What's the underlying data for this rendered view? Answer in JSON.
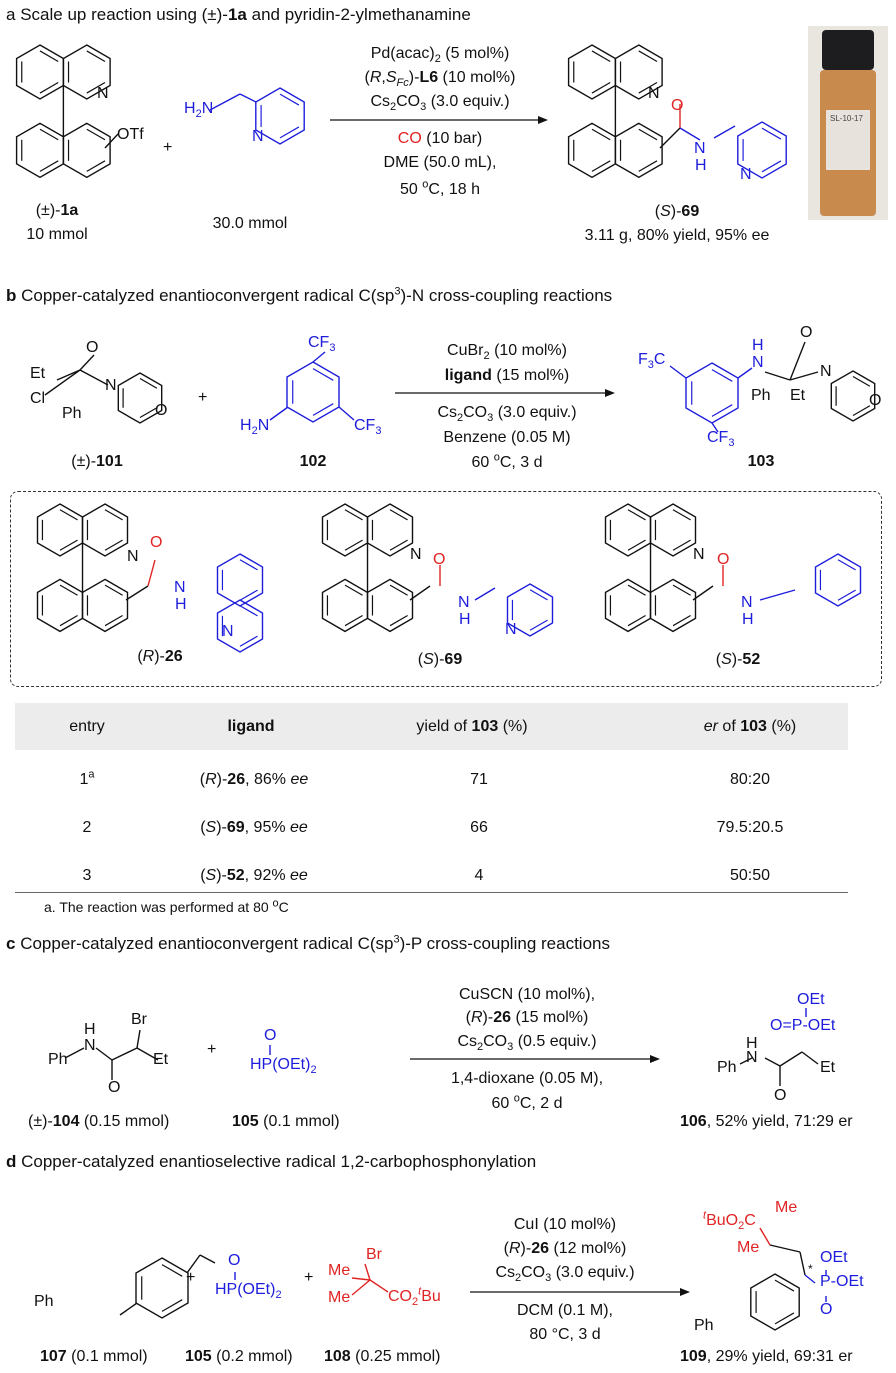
{
  "colors": {
    "reagent_blue": "#1d1ddb",
    "highlight_red": "#e02424",
    "table_header": "#ececec"
  },
  "atoms": {
    "N": "N",
    "O": "O",
    "H": "H",
    "OTf": "OTf",
    "H2N": "H",
    "Et": "Et",
    "Cl": "Cl",
    "Ph": "Ph",
    "CF3": "CF",
    "Br": "Br",
    "Me": "Me",
    "OEt": "OEt",
    "P": "P",
    "star": "*"
  },
  "a": {
    "title_letter": "a",
    "title": "Scale up reaction using (±)-",
    "title_bold": "1a",
    "title_end": " and pyridin-2-ylmethanamine",
    "cond": [
      "Pd(acac)",
      "(5 mol%)",
      "(",
      "R",
      ",",
      "S",
      "Fc",
      ")-",
      "L6",
      " (10 mol%)",
      "Cs",
      "CO",
      "(3.0 equiv.)",
      "CO",
      " (10 bar)",
      "DME (50.0 mL),",
      "50 ",
      "o",
      "C, 18 h"
    ],
    "sm_label": "(±)-",
    "sm_bold": "1a",
    "sm_amount": "10 mmol",
    "amine_amount": "30.0 mmol",
    "product_pre": "(",
    "product_S": "S",
    "product_post": ")-",
    "product_bold": "69",
    "product_result": "3.11 g, 80% yield, 95% ee",
    "photo_label": "SL-10-17"
  },
  "b": {
    "title_letter": "b",
    "title": "Copper-catalyzed enantioconvergent radical C(sp",
    "title_sup": "3",
    "title_end": ")-N cross-coupling reactions",
    "cond": {
      "cu": "CuBr",
      "cu_rest": "(10 mol%)",
      "ligand": "ligand",
      "ligand_rest": " (15 mol%)",
      "base": "Cs",
      "base_rest": "(3.0 equiv.)",
      "solvent": "Benzene (0.05 M)",
      "temp": "60 ",
      "temp_rest": "C, 3 d"
    },
    "labels": {
      "sm_pre": "(±)-",
      "sm": "101",
      "amine": "102",
      "product": "103"
    },
    "ligands": [
      {
        "config": "R",
        "num": "26"
      },
      {
        "config": "S",
        "num": "69"
      },
      {
        "config": "S",
        "num": "52"
      }
    ],
    "table": {
      "headers": {
        "entry": "entry",
        "ligand": "ligand",
        "yield_pre": "yield of ",
        "yield_bold": "103",
        "yield_end": " (%)",
        "er_pre": "er",
        "er_mid": " of ",
        "er_bold": "103",
        "er_end": " (%)"
      },
      "rows": [
        {
          "entry": "1",
          "sup": "a",
          "config": "R",
          "num": "26",
          "ee": "86% ",
          "ee_i": "ee",
          "yield": "71",
          "er": "80:20"
        },
        {
          "entry": "2",
          "sup": "",
          "config": "S",
          "num": "69",
          "ee": "95% ",
          "ee_i": "ee",
          "yield": "66",
          "er": "79.5:20.5"
        },
        {
          "entry": "3",
          "sup": "",
          "config": "S",
          "num": "52",
          "ee": "92% ",
          "ee_i": "ee",
          "yield": "4",
          "er": "50:50"
        }
      ],
      "footnote": "a. The reaction was performed at 80 ",
      "footnote_end": "C"
    }
  },
  "c": {
    "title_letter": "c",
    "title": "Copper-catalyzed enantioconvergent radical C(sp",
    "title_sup": "3",
    "title_end": ")-P cross-coupling reactions",
    "cond": {
      "l1": "CuSCN (10 mol%),",
      "l2_pre": "(",
      "l2_R": "R",
      "l2_post": ")-",
      "l2_bold": "26",
      "l2_rest": " (15 mol%)",
      "base": "Cs",
      "base_rest": "(0.5 equiv.)",
      "solvent": "1,4-dioxane (0.05 M),",
      "temp": "60 ",
      "temp_rest": "C, 2 d"
    },
    "hp": "HP(OEt)",
    "labels": {
      "sm_pre": "(±)-",
      "sm": "104",
      "sm_amt": " (0.15 mmol)",
      "p": "105",
      "p_amt": " (0.1 mmol)",
      "prod": "106",
      "prod_res": ", 52% yield, 71:29 er"
    }
  },
  "d": {
    "title_letter": "d",
    "title": "Copper-catalyzed enantioselective radical 1,2-carbophosphonylation",
    "cond": {
      "l1": "CuI (10 mol%)",
      "l2_pre": "(",
      "l2_R": "R",
      "l2_post": ")-",
      "l2_bold": "26",
      "l2_rest": " (12 mol%)",
      "base": "Cs",
      "base_rest": "(3.0 equiv.)",
      "solvent": "DCM (0.1 M),",
      "temp": "80 °C, 3 d"
    },
    "ester": "CO",
    "ester_t": "t",
    "ester_bu": "Bu",
    "prod_ester": "BuO",
    "labels": {
      "a": "107",
      "a_amt": " (0.1 mmol)",
      "b": "105",
      "b_amt": " (0.2 mmol)",
      "c": "108",
      "c_amt": "  (0.25 mmol)",
      "prod": "109",
      "prod_res": ", 29% yield, 69:31 er"
    }
  }
}
